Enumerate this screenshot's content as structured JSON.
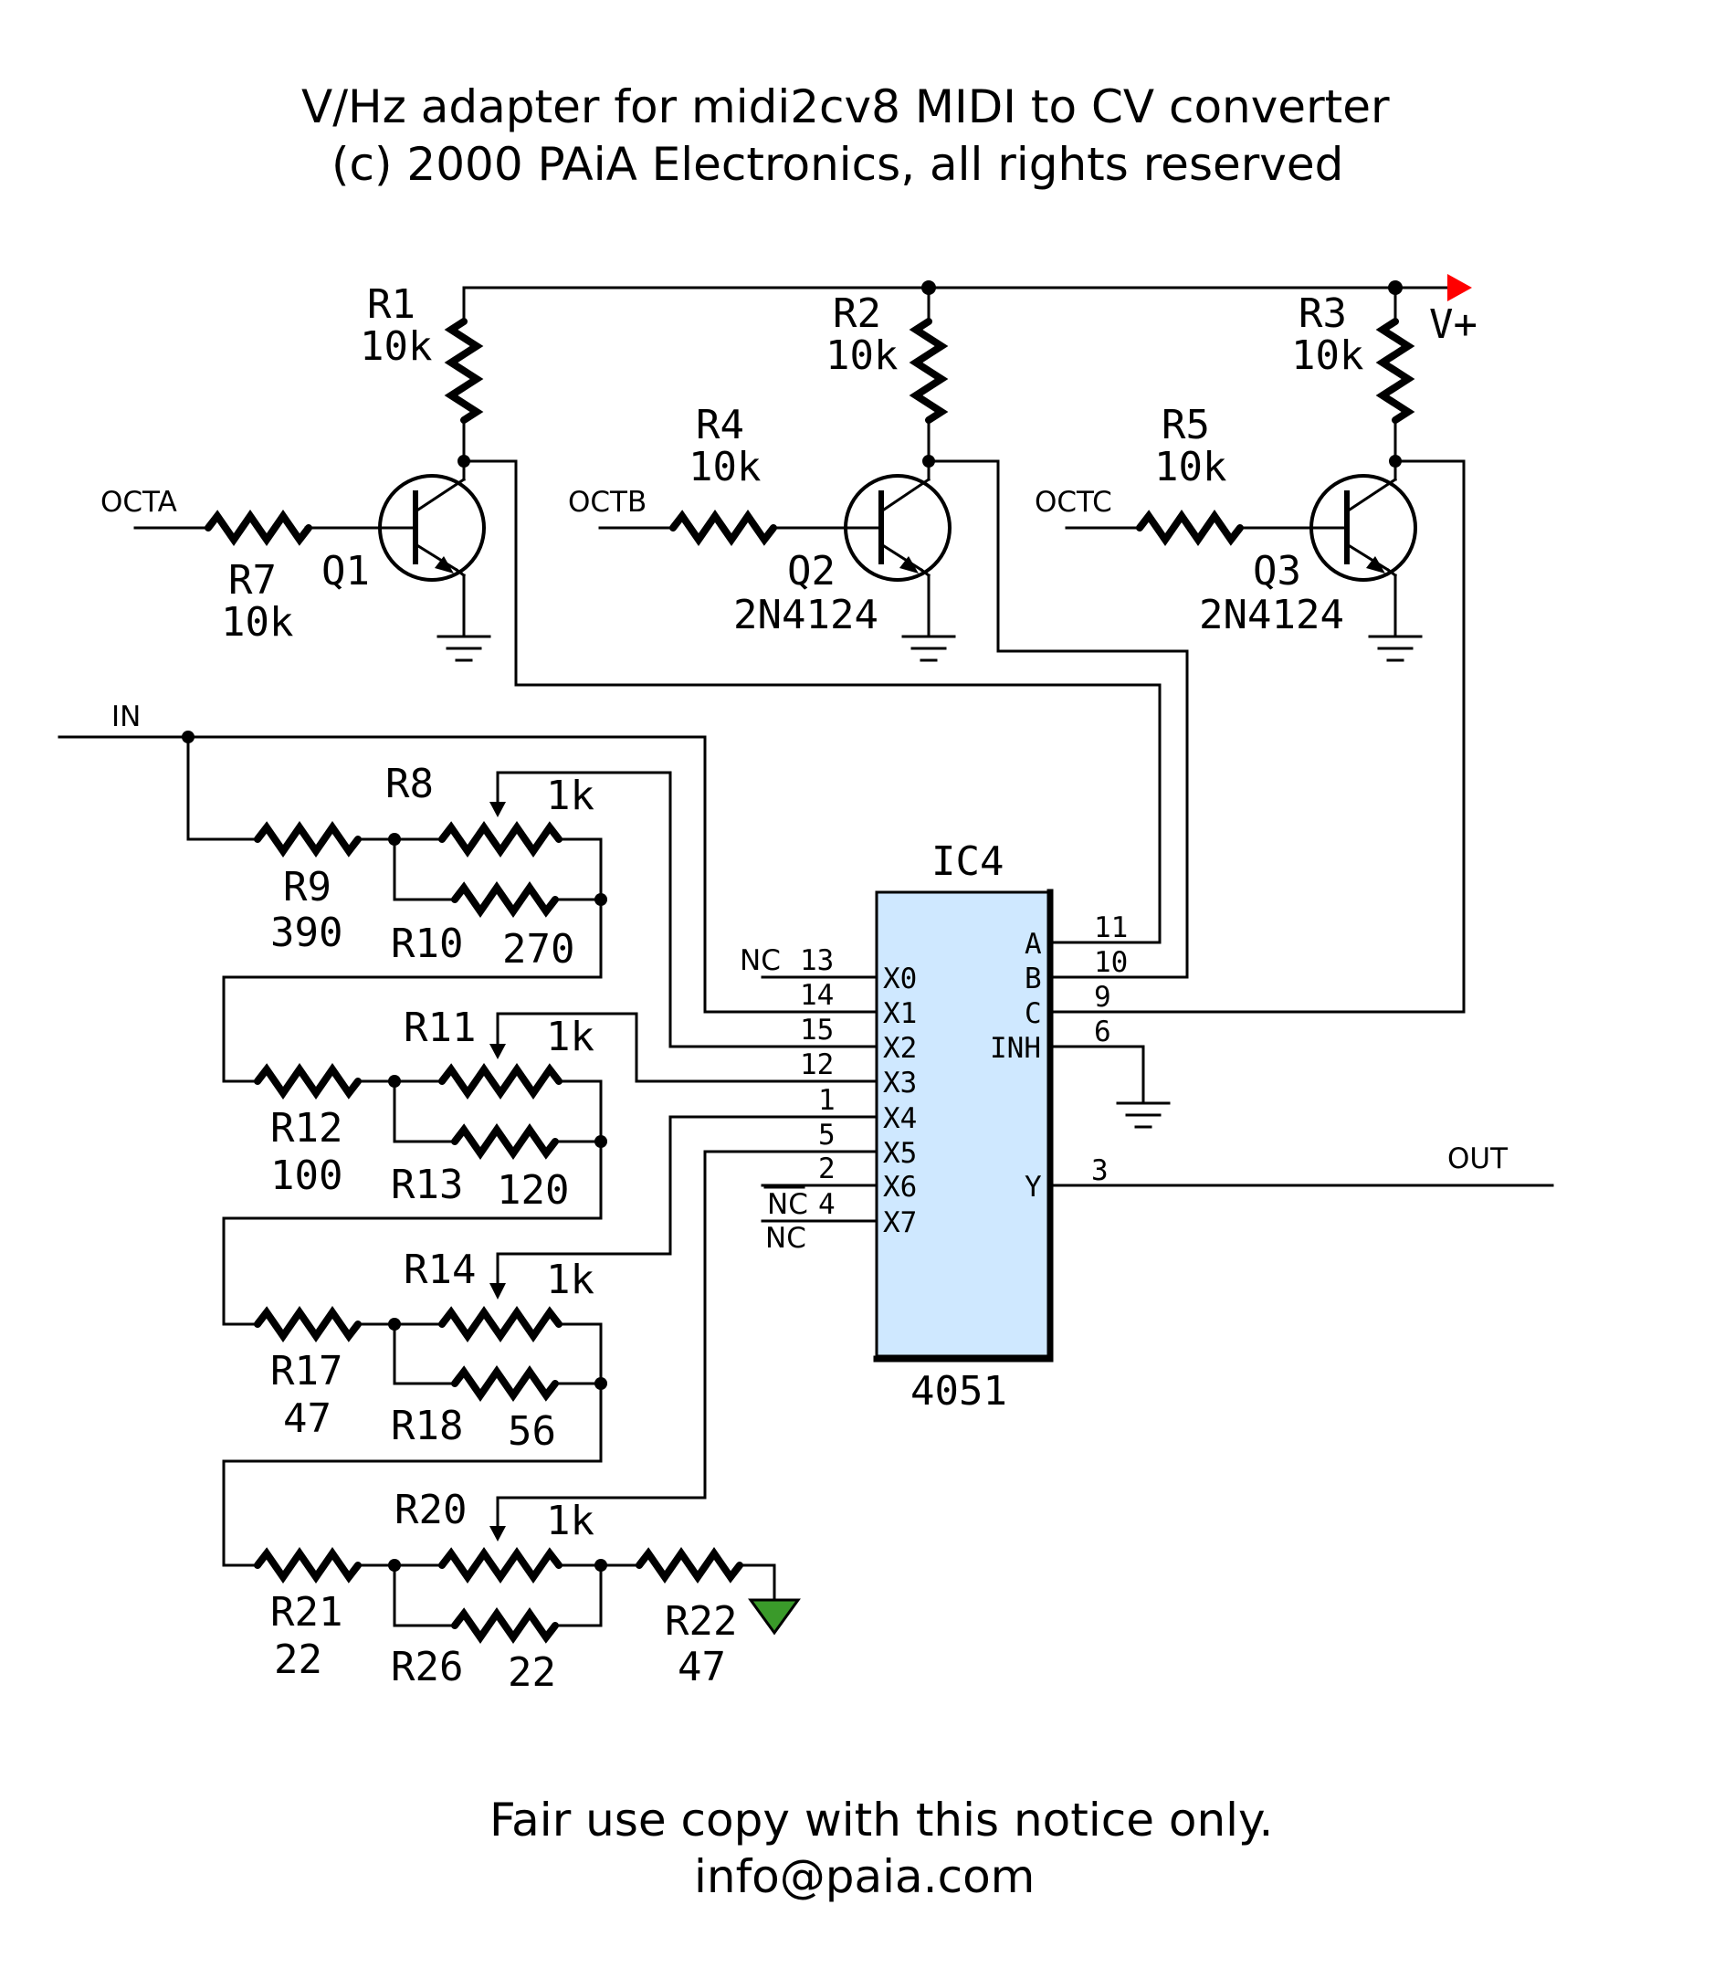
{
  "header": {
    "title_line1": "V/Hz adapter for midi2cv8 MIDI to CV converter",
    "title_line2": "(c) 2000 PAiA Electronics, all rights reserved"
  },
  "footer": {
    "line1": "Fair use copy with this notice only.",
    "line2": "info@paia.com"
  },
  "supply": {
    "label": "V+",
    "arrow_color": "#ff0000"
  },
  "ground_symbol_color": "#3a9a2a",
  "ic_fill_color": "#cfe8ff",
  "nets": {
    "octa": "OCTA",
    "octb": "OCTB",
    "octc": "OCTC",
    "in": "IN",
    "out": "OUT",
    "nc": "NC"
  },
  "transistors": {
    "q1": {
      "name": "Q1",
      "type": ""
    },
    "q2": {
      "name": "Q2",
      "type": "2N4124"
    },
    "q3": {
      "name": "Q3",
      "type": "2N4124"
    }
  },
  "resistors": {
    "r1": {
      "name": "R1",
      "value": "10k"
    },
    "r2": {
      "name": "R2",
      "value": "10k"
    },
    "r3": {
      "name": "R3",
      "value": "10k"
    },
    "r4": {
      "name": "R4",
      "value": "10k"
    },
    "r5": {
      "name": "R5",
      "value": "10k"
    },
    "r7": {
      "name": "R7",
      "value": "10k"
    },
    "r9": {
      "name": "R9",
      "value": "390"
    },
    "r10": {
      "name": "R10",
      "value": "270"
    },
    "r12": {
      "name": "R12",
      "value": "100"
    },
    "r13": {
      "name": "R13",
      "value": "120"
    },
    "r17": {
      "name": "R17",
      "value": "47"
    },
    "r18": {
      "name": "R18",
      "value": "56"
    },
    "r21": {
      "name": "R21",
      "value": "22"
    },
    "r26": {
      "name": "R26",
      "value": "22"
    },
    "r22": {
      "name": "R22",
      "value": "47"
    }
  },
  "trimmers": {
    "r8": {
      "name": "R8",
      "value": "1k"
    },
    "r11": {
      "name": "R11",
      "value": "1k"
    },
    "r14": {
      "name": "R14",
      "value": "1k"
    },
    "r20": {
      "name": "R20",
      "value": "1k"
    }
  },
  "ic": {
    "name": "IC4",
    "part": "4051",
    "left_pins": [
      {
        "label": "X0",
        "number": "13",
        "note": "NC"
      },
      {
        "label": "X1",
        "number": "14"
      },
      {
        "label": "X2",
        "number": "15"
      },
      {
        "label": "X3",
        "number": "12"
      },
      {
        "label": "X4",
        "number": "1"
      },
      {
        "label": "X5",
        "number": "5"
      },
      {
        "label": "X6",
        "number": "2"
      },
      {
        "label": "X7",
        "number": "4",
        "note": "NC"
      }
    ],
    "right_pins": [
      {
        "label": "A",
        "number": "11"
      },
      {
        "label": "B",
        "number": "10"
      },
      {
        "label": "C",
        "number": "9"
      },
      {
        "label": "INH",
        "number": "6"
      },
      {
        "label": "Y",
        "number": "3"
      }
    ]
  }
}
